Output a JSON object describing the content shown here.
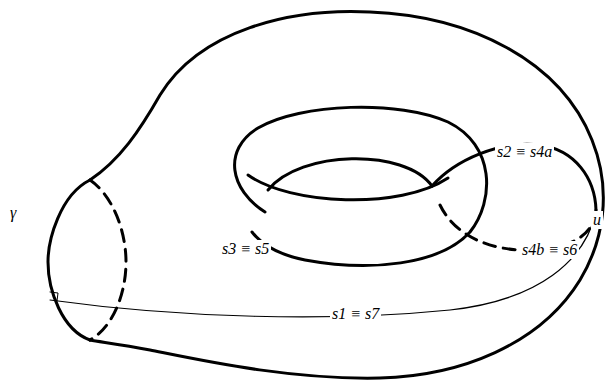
{
  "diagram": {
    "labels": [
      "γ",
      "s2 ≡ s4a",
      "u",
      "s3 ≡ s5",
      "s4b ≡ s6",
      "s1 ≡ s7"
    ]
  }
}
